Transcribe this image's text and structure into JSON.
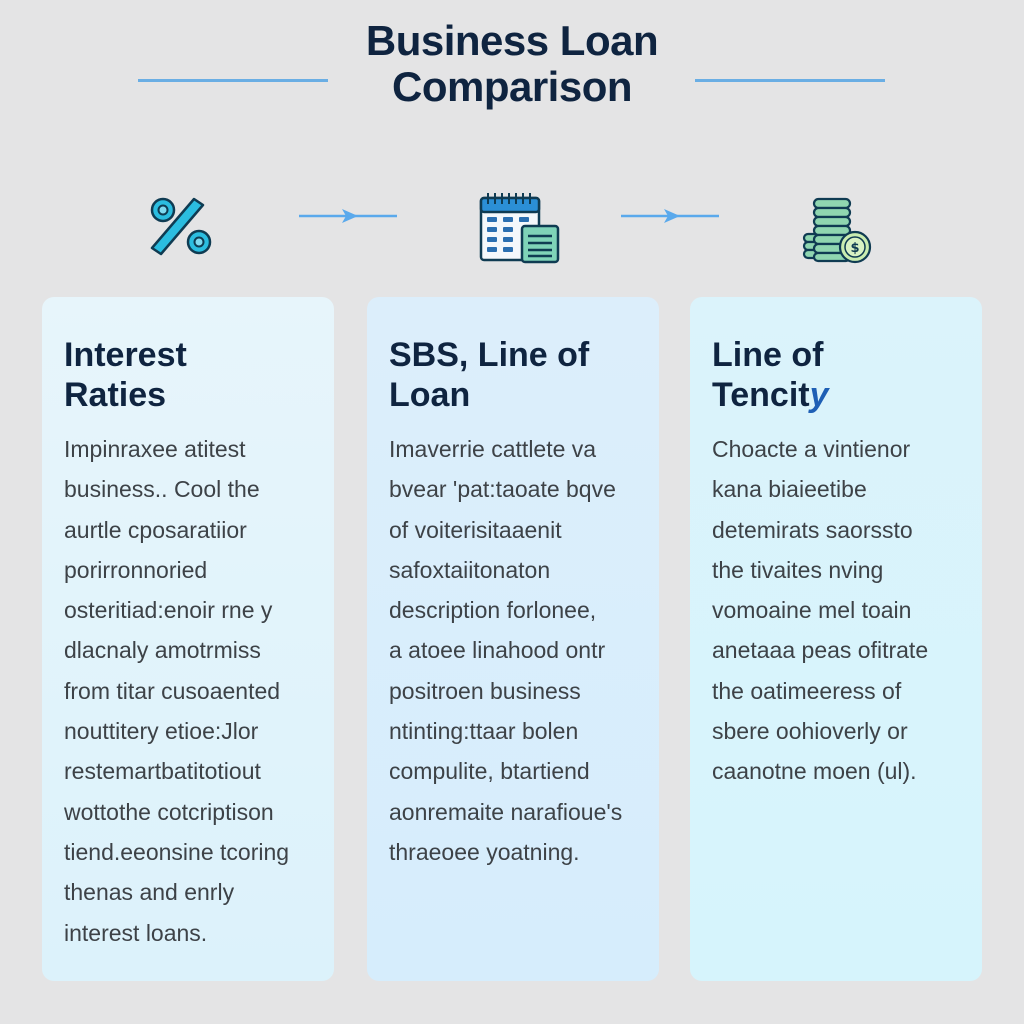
{
  "header": {
    "title_line1": "Business Loan",
    "title_line2": "Comparison",
    "rule_color": "#6aaee4"
  },
  "flow": {
    "icons": [
      {
        "name": "percent-icon",
        "color": "#2bbde0"
      },
      {
        "name": "calendar-document-icon",
        "color": "#2b8fd6"
      },
      {
        "name": "coin-stack-dollar-icon",
        "color": "#8fd6b0"
      }
    ],
    "arrow_color": "#5aa9ec"
  },
  "cards": [
    {
      "title_line1": "Interest",
      "title_line2": "Raties",
      "body": [
        "Impinraxee atitest",
        "business.. Cool the",
        "aurtle cposaratiior",
        "porirronnoried",
        "osteritiad:enoir rne y",
        "dlacnaly amotrmiss",
        "from titar cusoaented",
        "nouttitery etioe:Jlor",
        "restemartbatitotiout",
        "wottothe cotcriptison",
        "tiend.eeonsine tcoring",
        "thenas and enrly",
        "interest loans."
      ]
    },
    {
      "title_line1": "SBS, Line of",
      "title_line2": "Loan",
      "body": [
        "Imaverrie cattlete va",
        "bvear 'pat:taoate bqve",
        "of voiterisitaaenit",
        "safoxtaiitonaton",
        "description forlonee,",
        "a atoee linahood ontr",
        "positroen business",
        "ntinting:ttaar bolen",
        "compulite, btartiend",
        "aonremaite narafioue's",
        "thraeoee yoatning."
      ]
    },
    {
      "title_line1": "Line of",
      "title_line2_main": "Tencit",
      "title_line2_accent": "y",
      "body": [
        "Choacte a vintienor",
        "kana biaieetibe",
        "detemirats saorssto",
        "the tivaites nving",
        "vomoaine mel toain",
        "anetaaa peas ofitrate",
        "the oatimeeress of",
        "sbere oohioverly or",
        "caanotne moen (ul)."
      ]
    }
  ]
}
